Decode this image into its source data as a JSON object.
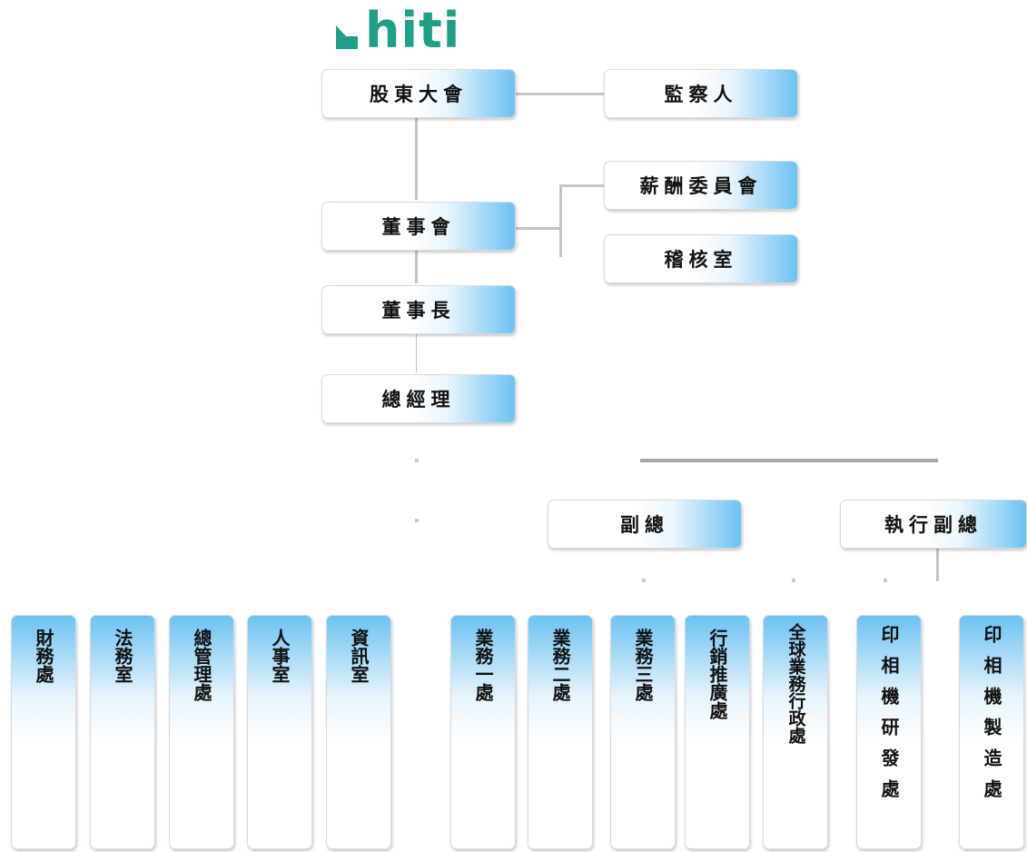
{
  "brand": {
    "name": "hiti",
    "color": "#1f9f86"
  },
  "colors": {
    "box_gradient_accent": "#6cc2f2",
    "connector": "#c4c4c4"
  },
  "governance": {
    "shareholders": "股東大會",
    "supervisor": "監察人",
    "board": "董事會",
    "compensation_committee": "薪酬委員會",
    "audit_office": "稽核室",
    "chairman": "董事長",
    "general_manager": "總經理"
  },
  "executives": {
    "vice_president": "副總",
    "executive_vice_president": "執行副總"
  },
  "departments": [
    {
      "id": "finance",
      "label": "財務處"
    },
    {
      "id": "legal",
      "label": "法務室"
    },
    {
      "id": "general-admin",
      "label": "總管理處"
    },
    {
      "id": "hr",
      "label": "人事室"
    },
    {
      "id": "it",
      "label": "資訊室"
    },
    {
      "id": "sales-1",
      "label": "業務一處"
    },
    {
      "id": "sales-2",
      "label": "業務二處"
    },
    {
      "id": "sales-3",
      "label": "業務三處"
    },
    {
      "id": "marketing",
      "label": "行銷推廣處"
    },
    {
      "id": "global-sales-admin",
      "label": "全球業務行政處"
    },
    {
      "id": "printer-rd",
      "label": "印相機研發處"
    },
    {
      "id": "printer-mfg",
      "label": "印相機製造處"
    }
  ]
}
